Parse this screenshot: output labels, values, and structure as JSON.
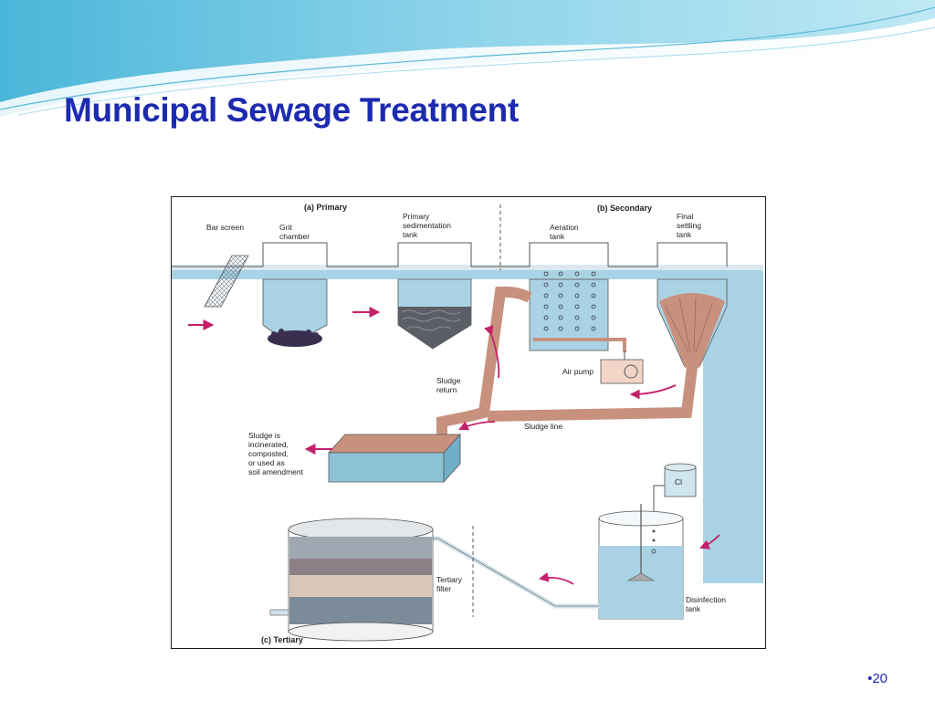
{
  "slide": {
    "title": "Municipal Sewage Treatment",
    "page_number": "•20"
  },
  "diagram": {
    "sections": {
      "primary": "(a) Primary",
      "secondary": "(b) Secondary",
      "tertiary": "(c) Tertiary"
    },
    "labels": {
      "bar_screen": "Bar screen",
      "grit_chamber": "Grit\nchamber",
      "primary_sedimentation": "Primary\nsedimentation\ntank",
      "aeration_tank": "Aeration\ntank",
      "final_settling": "Final\nsettling\ntank",
      "air_pump": "Air pump",
      "sludge_return": "Sludge\nreturn",
      "sludge_line": "Sludge line",
      "sludge_fate": "Sludge is\nincinerated,\ncomposted,\nor used as\nsoil amendment",
      "chlorine": "Cl",
      "tertiary_filter": "Tertiary\nfilter",
      "disinfection_tank": "Disinfection\ntank"
    }
  },
  "colors": {
    "title": "#1d2bb0",
    "water": "#a9d3e4",
    "sludge": "#c8917e",
    "arrow": "#c4206a"
  }
}
